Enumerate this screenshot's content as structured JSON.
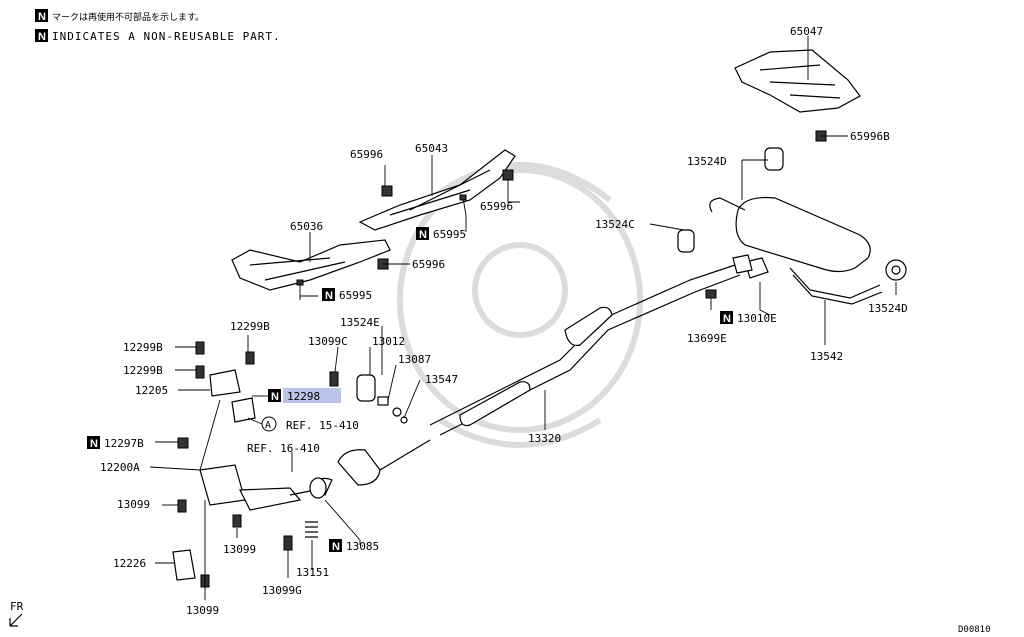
{
  "notes": {
    "badge": "N",
    "japanese": "マークは再使用不可部品を示します。",
    "english": "INDICATES A NON-REUSABLE PART."
  },
  "parts": {
    "p65047": "65047",
    "p65996B": "65996B",
    "p13524D_top": "13524D",
    "p65996_a": "65996",
    "p65043": "65043",
    "p65996_b": "65996",
    "p65036": "65036",
    "p65995_a": "65995",
    "p65996_c": "65996",
    "p65995_b": "65995",
    "p13524C": "13524C",
    "p13524D_right": "13524D",
    "p13010E": "13010E",
    "p13699E": "13699E",
    "p13542": "13542",
    "p12299B_top": "12299B",
    "p12299B_a": "12299B",
    "p12299B_b": "12299B",
    "p13524E": "13524E",
    "p13099C": "13099C",
    "p13012": "13012",
    "p13087": "13087",
    "p13547": "13547",
    "p12205": "12205",
    "p12298": "12298",
    "ref_a_letter": "A",
    "ref_a": "REF. 15-410",
    "ref_b": "REF. 16-410",
    "p12297B": "12297B",
    "p12200A": "12200A",
    "p13320": "13320",
    "p13099_a": "13099",
    "p13099_b": "13099",
    "p13085": "13085",
    "p12226": "12226",
    "p13151": "13151",
    "p13099G": "13099G",
    "p13099_c": "13099",
    "fr": "FR",
    "code": "D00810"
  }
}
